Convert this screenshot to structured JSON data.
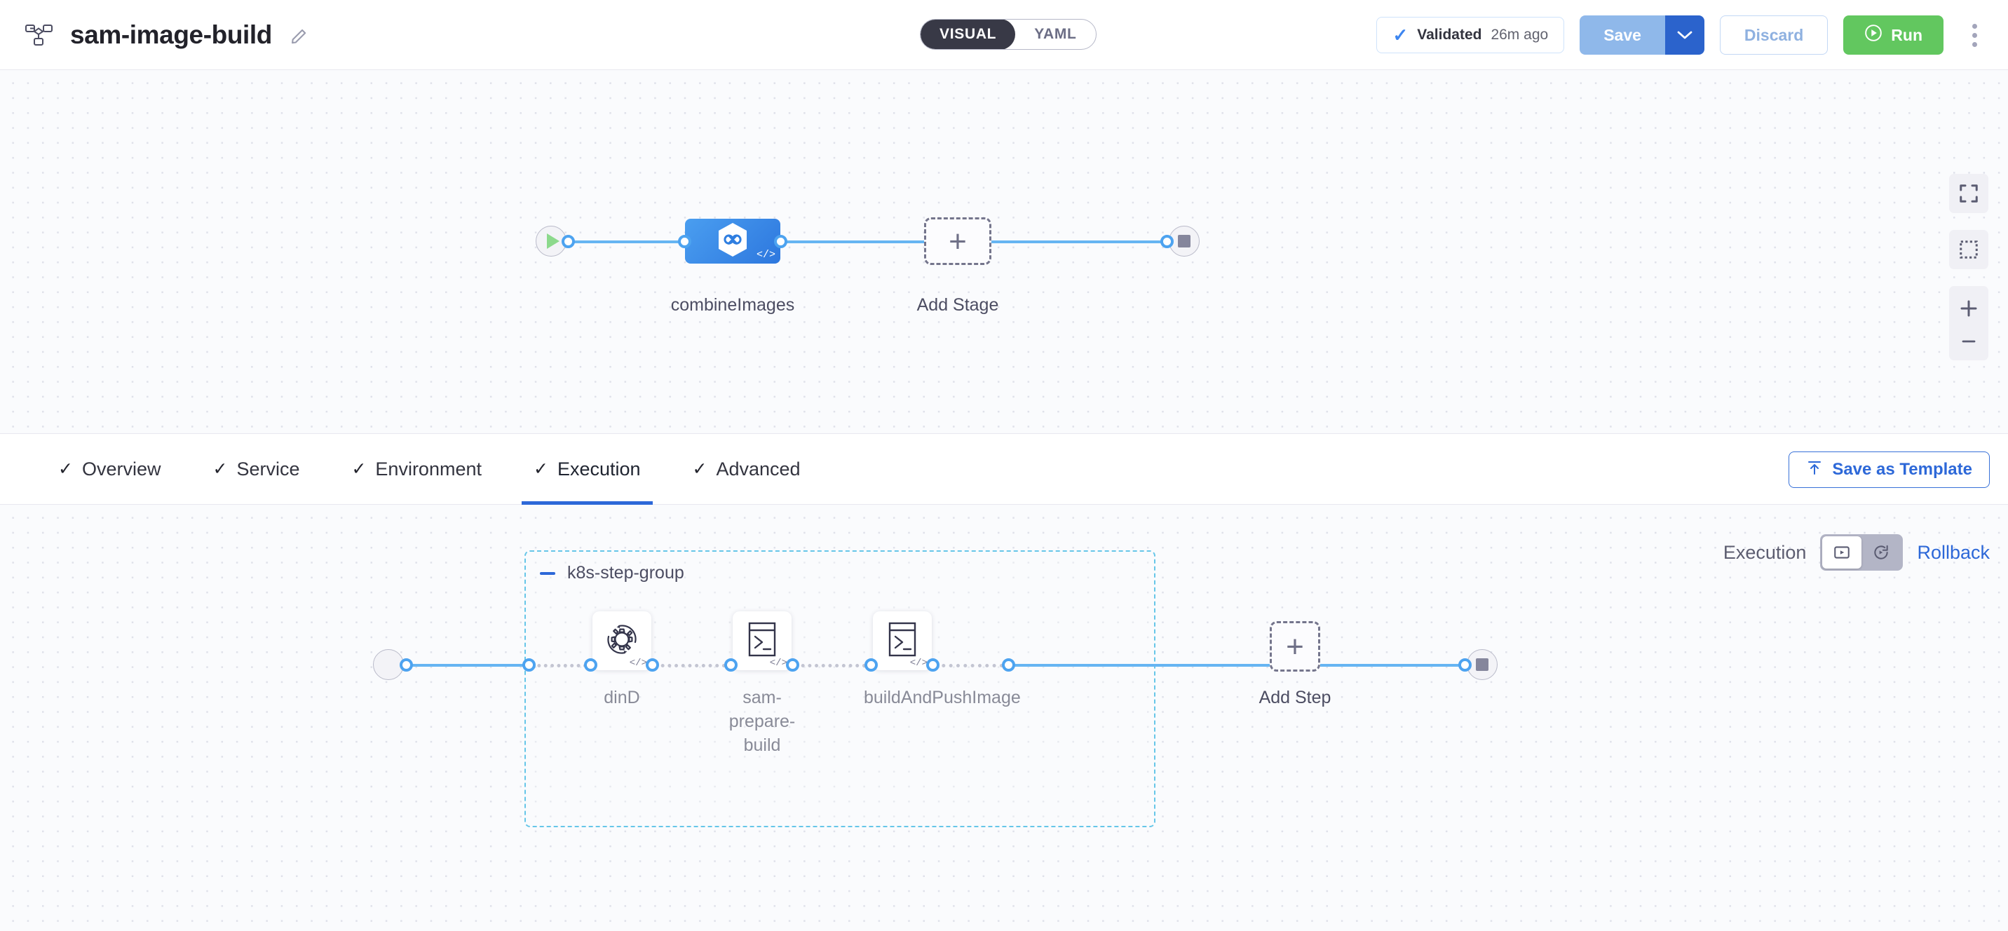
{
  "header": {
    "pipeline_icon": "pipeline-nodes-icon",
    "title": "sam-image-build",
    "edit_icon": "pencil-edit-icon",
    "mode_toggle": {
      "visual": "VISUAL",
      "yaml": "YAML",
      "active": "VISUAL"
    },
    "validated": {
      "icon": "check-icon",
      "label": "Validated",
      "time": "26m ago"
    },
    "save": {
      "label": "Save",
      "caret_icon": "chevron-down-icon"
    },
    "discard": {
      "label": "Discard"
    },
    "run": {
      "label": "Run",
      "icon": "play-circle-icon"
    },
    "menu_icon": "kebab-menu-icon"
  },
  "stage_canvas": {
    "start_node": {
      "icon": "play-icon"
    },
    "end_node": {
      "icon": "stop-icon"
    },
    "stage": {
      "label": "combineImages",
      "icon": "harness-ci-hexagon-icon",
      "code_badge": "</>"
    },
    "add_stage": {
      "label": "Add Stage",
      "icon": "plus-icon"
    },
    "controls": {
      "fit_screen": "fit-to-screen-icon",
      "selection": "selection-box-icon",
      "zoom_in": "zoom-in-icon",
      "zoom_out": "zoom-out-icon"
    }
  },
  "tabs": {
    "items": [
      {
        "label": "Overview",
        "check": "✓",
        "active": false
      },
      {
        "label": "Service",
        "check": "✓",
        "active": false
      },
      {
        "label": "Environment",
        "check": "✓",
        "active": false
      },
      {
        "label": "Execution",
        "check": "✓",
        "active": true
      },
      {
        "label": "Advanced",
        "check": "✓",
        "active": false
      }
    ],
    "save_as_template": {
      "label": "Save as Template",
      "icon": "template-upload-icon"
    }
  },
  "execution_canvas": {
    "mode_switch": {
      "execution_label": "Execution",
      "rollback_label": "Rollback",
      "execution_icon": "execution-play-icon",
      "rollback_icon": "rollback-rotate-icon",
      "active": "Execution"
    },
    "start_node": {
      "icon": "play-icon"
    },
    "end_node": {
      "icon": "stop-icon"
    },
    "step_group": {
      "name": "k8s-step-group",
      "collapse_icon": "minus-icon",
      "steps": [
        {
          "label": "dinD",
          "icon": "gear-rotate-icon",
          "code_badge": "</>"
        },
        {
          "label": "sam-prepare-build",
          "icon": "terminal-icon",
          "code_badge": "</>"
        },
        {
          "label": "buildAndPushImage",
          "icon": "terminal-icon",
          "code_badge": "</>"
        }
      ]
    },
    "add_step": {
      "label": "Add Step",
      "icon": "plus-icon"
    }
  },
  "colors": {
    "accent_blue": "#2d68d8",
    "edge_blue": "#66b5f2",
    "run_green": "#62c75f",
    "group_border": "#66c6e8",
    "canvas_bg": "#fafbfd"
  }
}
